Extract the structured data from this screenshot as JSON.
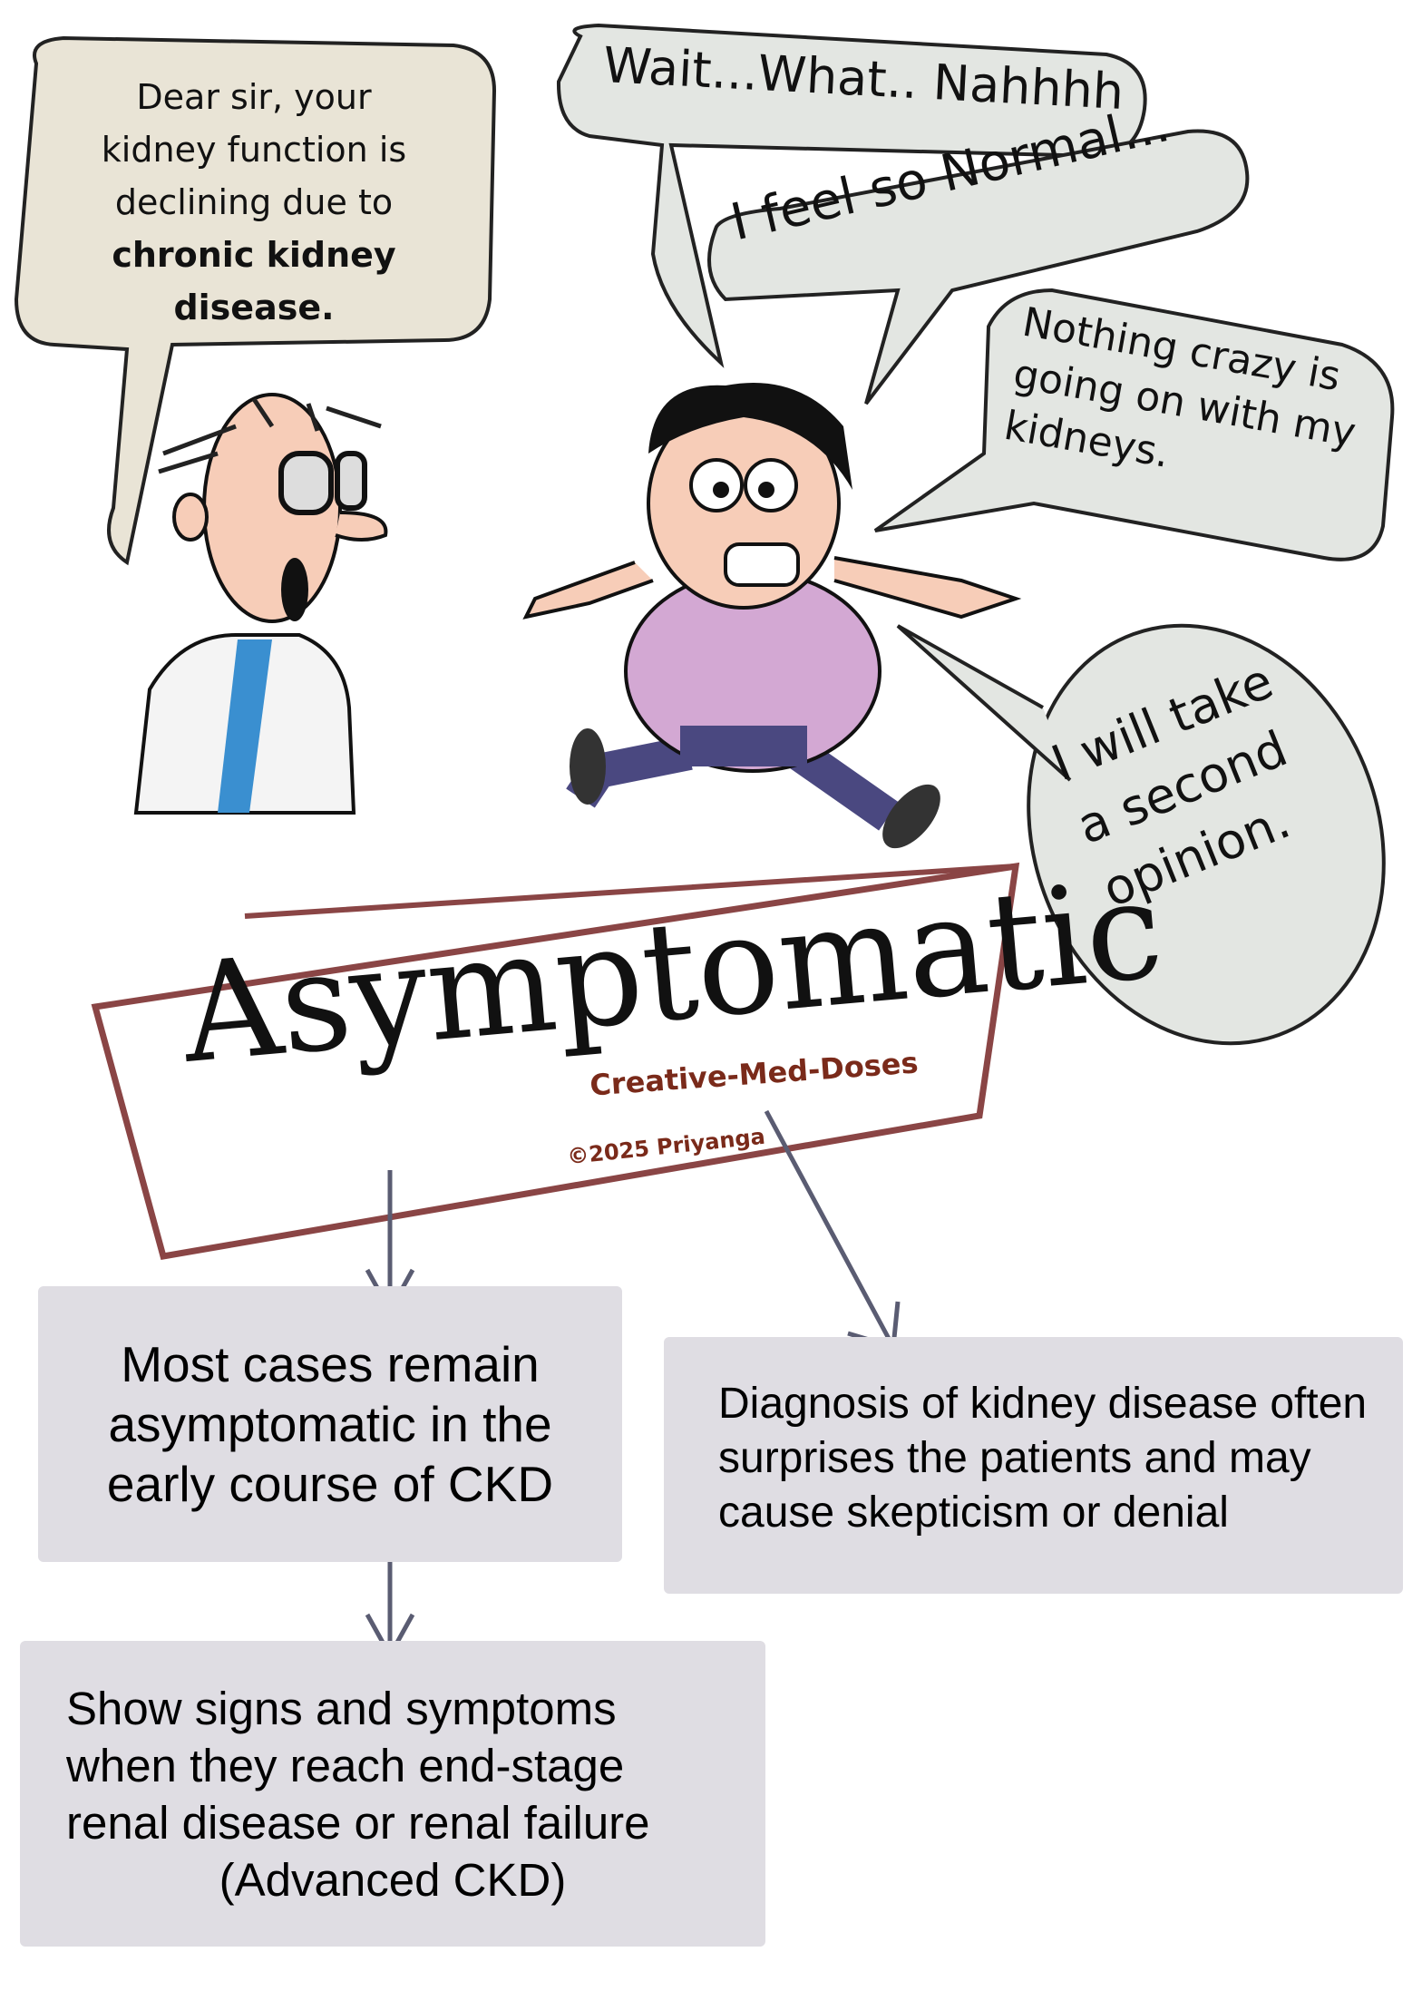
{
  "doctor_speech": {
    "line1": "Dear sir, your",
    "line2": "kidney function is",
    "line3": "declining due to",
    "line4": "chronic kidney disease."
  },
  "patient_speech": [
    "Wait...What.. Nahhhh",
    "I feel so Normal...",
    "Nothing crazy is going on with my kidneys.",
    "I will take a second opinion."
  ],
  "sign": {
    "title": "Asymptomatic",
    "brand": "Creative-Med-Doses",
    "copyright": "©2025 Priyanga"
  },
  "boxes": {
    "early": "Most cases remain asymptomatic in the early course of CKD",
    "diagnosis": "Diagnosis of kidney disease often surprises the patients and may cause skepticism or denial",
    "advanced_line1": "Show signs and symptoms when they reach end-stage renal disease or renal failure",
    "advanced_line2": "(Advanced CKD)"
  },
  "colors": {
    "doctor_bubble": "#e9e4d6",
    "patient_bubble": "#e3e6e2",
    "box": "#dfdde3",
    "sign_border": "#8a4545",
    "brand_text": "#7a2a1a",
    "arrow": "#5a5c72",
    "shirt": "#d3a8d3",
    "skin": "#f7cdb8"
  }
}
